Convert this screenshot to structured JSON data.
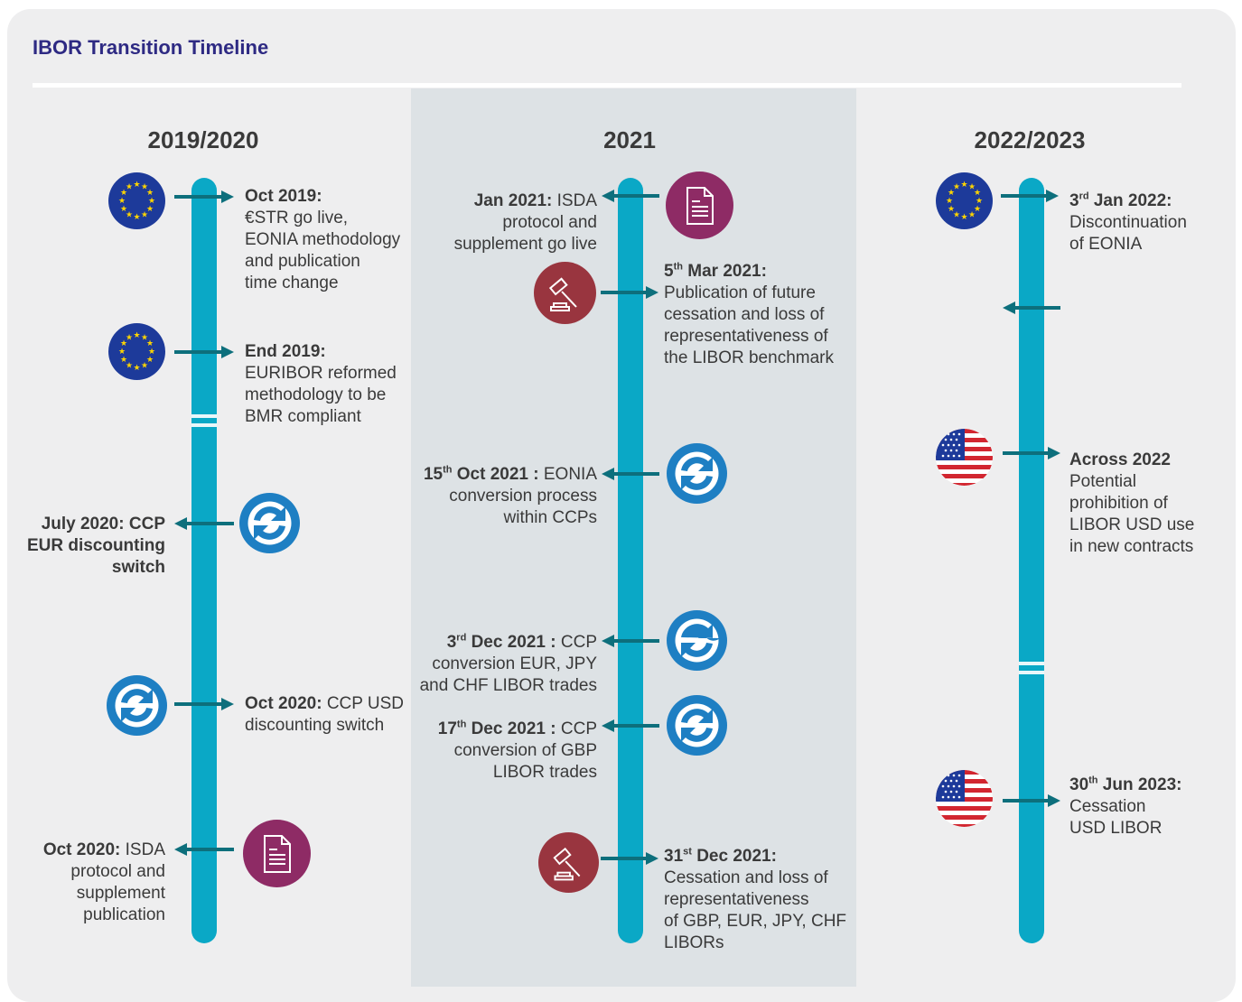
{
  "title": "IBOR Transition Timeline",
  "columns": [
    {
      "heading": "2019/2020"
    },
    {
      "heading": "2021"
    },
    {
      "heading": "2022/2023"
    }
  ],
  "events": {
    "c1_e1": {
      "date": "Oct 2019:",
      "text": [
        "€STR go live,",
        "EONIA methodology",
        "and publication",
        "time change"
      ],
      "icon": "eu-flag-icon"
    },
    "c1_e2": {
      "date": "End 2019:",
      "text": [
        "EURIBOR reformed",
        "methodology to be",
        "BMR compliant"
      ],
      "icon": "eu-flag-icon"
    },
    "c1_e3": {
      "date": "July 2020:",
      "text_inline": "CCP",
      "text": [
        "EUR discounting",
        "switch"
      ],
      "icon": "refresh-icon"
    },
    "c1_e4": {
      "date": "Oct 2020:",
      "text_inline": "CCP USD",
      "text": [
        "discounting switch"
      ],
      "icon": "refresh-icon"
    },
    "c1_e5": {
      "date": "Oct 2020:",
      "text_inline": "ISDA",
      "text": [
        "protocol and",
        "supplement",
        "publication"
      ],
      "icon": "document-icon"
    },
    "c2_e1": {
      "date": "Jan 2021:",
      "text_inline": "ISDA",
      "text": [
        "protocol and",
        "supplement go live"
      ],
      "icon": "document-icon"
    },
    "c2_e2": {
      "date_num": "5",
      "date_sup": "th",
      "date_rest": " Mar 2021:",
      "text": [
        "Publication of future",
        "cessation and loss of",
        "representativeness of",
        "the LIBOR benchmark"
      ],
      "icon": "gavel-icon"
    },
    "c2_e3": {
      "date_num": "15",
      "date_sup": "th",
      "date_rest": " Oct 2021 :",
      "text_inline": "EONIA",
      "text": [
        "conversion process",
        "within CCPs"
      ],
      "icon": "refresh-icon"
    },
    "c2_e4": {
      "date_num": "3",
      "date_sup": "rd",
      "date_rest": " Dec 2021 :",
      "text_inline": "CCP",
      "text": [
        "conversion EUR, JPY",
        "and CHF LIBOR trades"
      ],
      "icon": "refresh-icon"
    },
    "c2_e5": {
      "date_num": "17",
      "date_sup": "th",
      "date_rest": " Dec 2021 :",
      "text_inline": "CCP",
      "text": [
        "conversion of GBP",
        "LIBOR trades"
      ],
      "icon": "refresh-icon"
    },
    "c2_e6": {
      "date_num": "31",
      "date_sup": "st",
      "date_rest": " Dec 2021:",
      "text": [
        "Cessation and loss of",
        "representativeness",
        "of GBP, EUR, JPY, CHF",
        "LIBORs"
      ],
      "icon": "gavel-icon"
    },
    "c3_e1": {
      "date_num": "3",
      "date_sup": "rd",
      "date_rest": " Jan 2022:",
      "text": [
        "Discontinuation",
        "of EONIA"
      ],
      "icon": "eu-flag-icon"
    },
    "c3_e2": {
      "date": "Across 2022",
      "text": [
        "Potential",
        "prohibition of",
        "LIBOR USD use",
        "in new contracts"
      ],
      "icon": "us-flag-icon"
    },
    "c3_e3": {
      "date_num": "30",
      "date_sup": "th",
      "date_rest": " Jun 2023:",
      "text": [
        "Cessation",
        "USD LIBOR"
      ],
      "icon": "us-flag-icon"
    }
  },
  "colors": {
    "title": "#2e2a83",
    "timeline": "#0aa8c6",
    "arrow": "#0d6f7c",
    "eu": "#1d3a9a",
    "document": "#8e2b65",
    "gavel": "#99353f",
    "refresh": "#1e7fc3"
  }
}
